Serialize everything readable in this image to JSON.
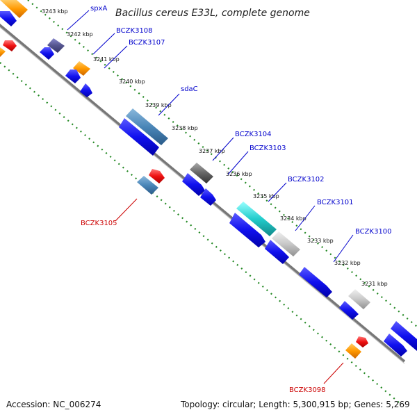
{
  "title": "Bacillus cereus E33L, complete genome",
  "footer": {
    "accession": "Accession: NC_006274",
    "summary": "Topology: circular; Length: 5,300,915 bp; Genes: 5,269"
  },
  "colors": {
    "backbone": "#777777",
    "tick_dots": "#228822",
    "forward_label": "#0000cc",
    "reverse_label": "#cc0000",
    "cds_blue": "#1111ee",
    "pseudogene_red": "#ee1111"
  },
  "ticks": [
    {
      "label": "3243 kbp"
    },
    {
      "label": "3242 kbp"
    },
    {
      "label": "3241 kbp"
    },
    {
      "label": "3240 kbp"
    },
    {
      "label": "3239 kbp"
    },
    {
      "label": "3238 kbp"
    },
    {
      "label": "3237 kbp"
    },
    {
      "label": "3236 kbp"
    },
    {
      "label": "3235 kbp"
    },
    {
      "label": "3234 kbp"
    },
    {
      "label": "3233 kbp"
    },
    {
      "label": "3232 kbp"
    },
    {
      "label": "3231 kbp"
    }
  ],
  "gene_labels": [
    {
      "name": "spxA",
      "strand": "forward"
    },
    {
      "name": "BCZK3108",
      "strand": "forward"
    },
    {
      "name": "BCZK3107",
      "strand": "forward"
    },
    {
      "name": "sdaC",
      "strand": "forward"
    },
    {
      "name": "BCZK3104",
      "strand": "forward"
    },
    {
      "name": "BCZK3103",
      "strand": "forward"
    },
    {
      "name": "BCZK3102",
      "strand": "forward"
    },
    {
      "name": "BCZK3101",
      "strand": "forward"
    },
    {
      "name": "BCZK3100",
      "strand": "forward"
    },
    {
      "name": "BCZK3105",
      "strand": "reverse"
    },
    {
      "name": "BCZK3098",
      "strand": "reverse"
    }
  ]
}
